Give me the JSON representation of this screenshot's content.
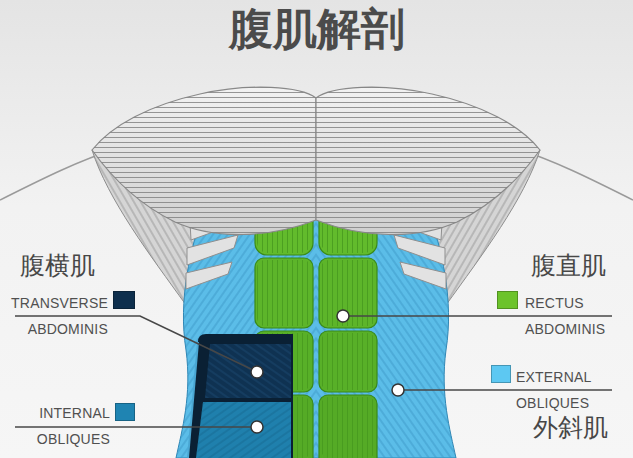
{
  "diagram": {
    "title": "腹肌解剖",
    "labels": [
      "腹横肌",
      "腹直肌",
      "外斜肌"
    ],
    "legend": [
      {
        "text": "TRANSVERSE ABDOMINIS",
        "color": "#0e2f4d"
      },
      {
        "text": "RECTUS ABDOMINIS",
        "color": "#6cc32b"
      },
      {
        "text": "EXTERNAL OBLIQUES",
        "color": "#5dc8f2"
      },
      {
        "text": "INTERNAL OBLIQUES",
        "color": "#1f84b2"
      }
    ]
  }
}
